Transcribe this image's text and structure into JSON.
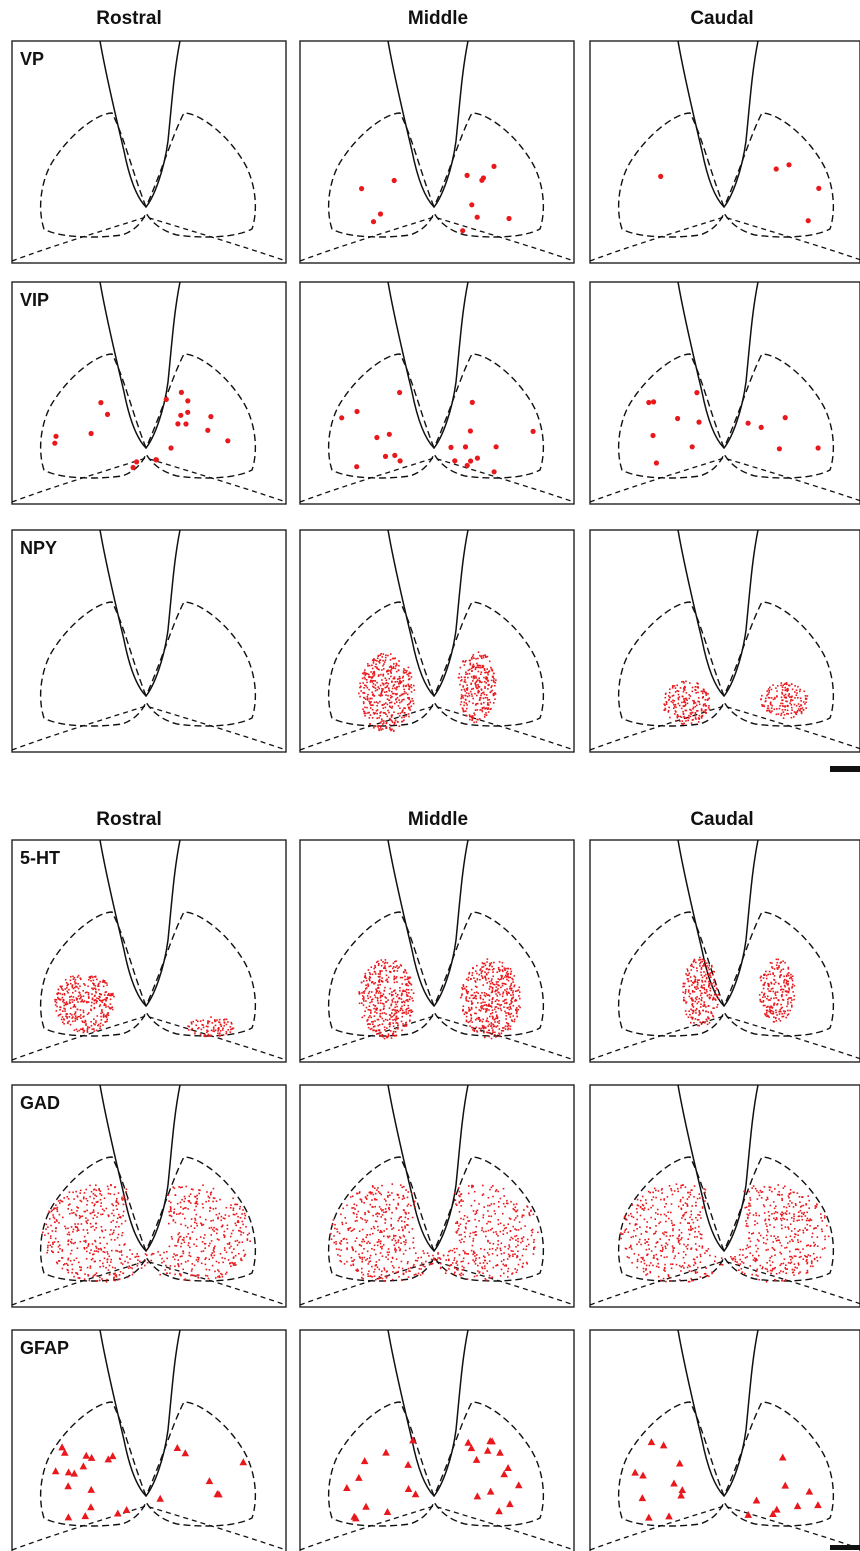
{
  "figure": {
    "groups": [
      {
        "columns": [
          "Rostral",
          "Middle",
          "Caudal"
        ],
        "rows": [
          {
            "label": "VP",
            "panels": [
              {
                "marker": "none"
              },
              {
                "marker": "dots",
                "count": 12
              },
              {
                "marker": "dots",
                "count": 5
              }
            ]
          },
          {
            "label": "VIP",
            "panels": [
              {
                "marker": "dots",
                "count": 20
              },
              {
                "marker": "dots",
                "count": 20
              },
              {
                "marker": "dots",
                "count": 13
              }
            ]
          },
          {
            "label": "NPY",
            "panels": [
              {
                "marker": "none"
              },
              {
                "marker": "stipple",
                "regions": [
                  "left-lobe",
                  "right-lobe"
                ]
              },
              {
                "marker": "stipple",
                "regions": [
                  "left-lobe",
                  "right-lobe"
                ]
              }
            ]
          }
        ]
      },
      {
        "columns": [
          "Rostral",
          "Middle",
          "Caudal"
        ],
        "rows": [
          {
            "label": "5-HT",
            "panels": [
              {
                "marker": "stipple",
                "regions": [
                  "left-lobe",
                  "right-lobe"
                ]
              },
              {
                "marker": "stipple",
                "regions": [
                  "left-lobe",
                  "right-lobe"
                ]
              },
              {
                "marker": "stipple",
                "regions": [
                  "left-lobe",
                  "right-lobe"
                ]
              }
            ]
          },
          {
            "label": "GAD",
            "panels": [
              {
                "marker": "stipple",
                "regions": [
                  "whole"
                ]
              },
              {
                "marker": "stipple",
                "regions": [
                  "whole"
                ]
              },
              {
                "marker": "stipple",
                "regions": [
                  "whole"
                ]
              }
            ]
          },
          {
            "label": "GFAP",
            "panels": [
              {
                "marker": "triangles",
                "count": 24
              },
              {
                "marker": "triangles",
                "count": 26
              },
              {
                "marker": "triangles",
                "count": 20
              }
            ]
          }
        ]
      }
    ],
    "colors": {
      "marker": "#e8181c",
      "line": "#111111",
      "frame": "#222222"
    }
  }
}
